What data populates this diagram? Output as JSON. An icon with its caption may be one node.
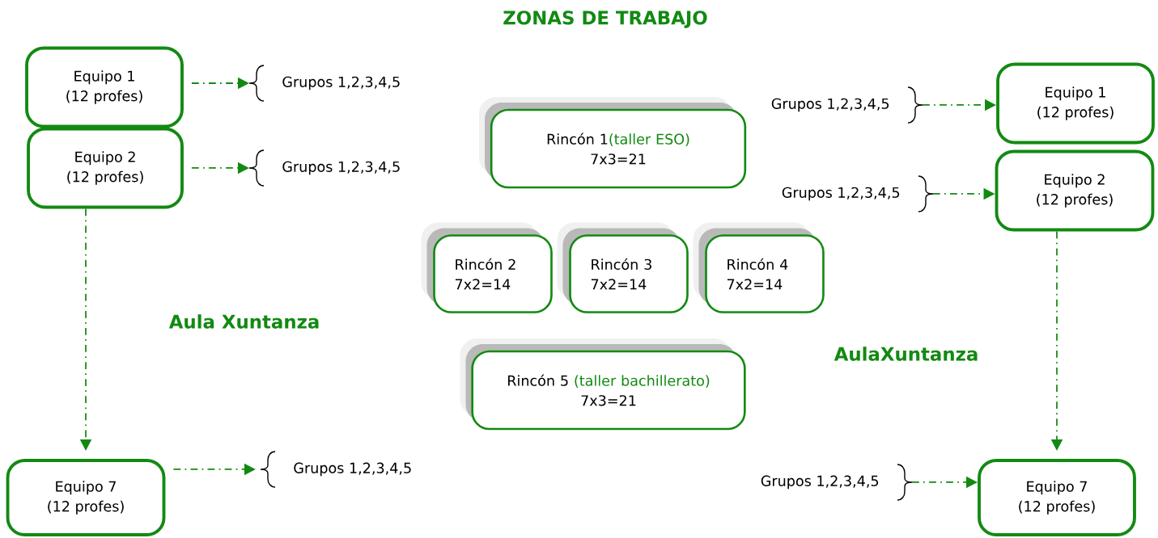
{
  "diagram": {
    "title": "ZONAS DE TRABAJO",
    "nodes": [
      {
        "text": [
          "Equipo 1",
          "(12 profes)"
        ]
      },
      {
        "text": [
          "Equipo 2",
          "(12 profes)"
        ]
      },
      {
        "text": [
          "Equipo 7",
          "(12 profes)"
        ]
      },
      {
        "text": [
          "Grupos 1,2,3,4,5"
        ]
      },
      {
        "text": [
          "Grupos 1,2,3,4,5"
        ]
      },
      {
        "text": [
          "Grupos 1,2,3,4,5"
        ]
      },
      {
        "text": [
          "Rincón 1",
          "(taller ESO)",
          "7x3=21"
        ]
      },
      {
        "text": [
          "Rincón 2",
          "7x2=14"
        ]
      },
      {
        "text": [
          "Rincón 3",
          "7x2=14"
        ]
      },
      {
        "text": [
          "Rincón 4",
          "7x2=14"
        ]
      },
      {
        "text": [
          "Rincón 5",
          "(taller bachillerato)",
          "7x3=21"
        ]
      },
      {
        "text": [
          "Grupos 1,2,3,4,5"
        ]
      },
      {
        "text": [
          "Equipo 1",
          "(12 profes)"
        ]
      },
      {
        "text": [
          "Grupos 1,2,3,4,5"
        ]
      },
      {
        "text": [
          "Equipo 2",
          "(12 profes)"
        ]
      },
      {
        "text": [
          "Grupos 1,2,3,4,5"
        ]
      },
      {
        "text": [
          "Equipo 7",
          "(12 profes)"
        ]
      }
    ],
    "edges": [
      {
        "from": 0,
        "to": 3,
        "arrow": "to"
      },
      {
        "from": 1,
        "to": 4,
        "arrow": "to"
      },
      {
        "from": 1,
        "to": 2,
        "arrow": "to"
      },
      {
        "from": 2,
        "to": 5,
        "arrow": "to"
      },
      {
        "from": 11,
        "to": 12,
        "arrow": "to"
      },
      {
        "from": 13,
        "to": 14,
        "arrow": "to"
      },
      {
        "from": 14,
        "to": 16,
        "arrow": "to"
      },
      {
        "from": 15,
        "to": 16,
        "arrow": "to"
      }
    ],
    "labels": [
      "Aula Xuntanza",
      "AulaXuntanza"
    ]
  }
}
